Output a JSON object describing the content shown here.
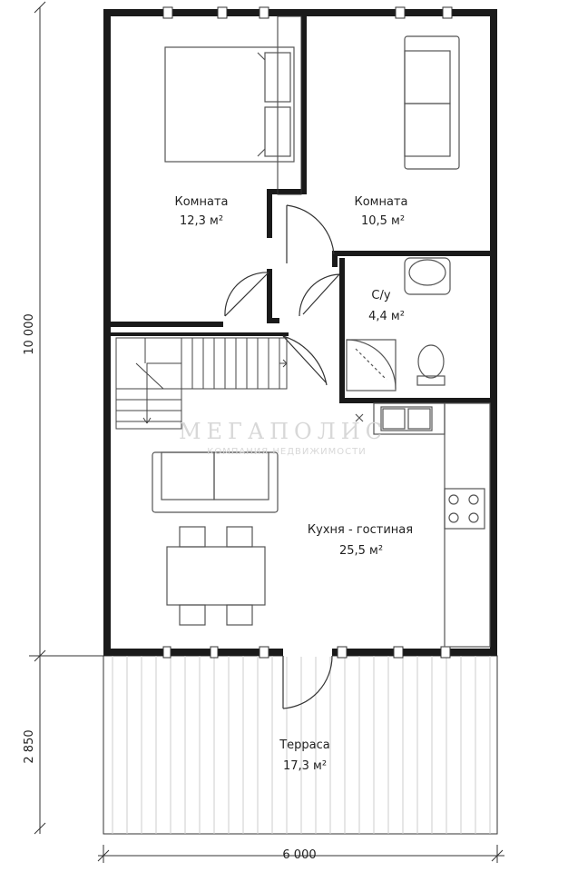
{
  "rooms": {
    "bedroom1": {
      "name": "Комната",
      "area": "12,3 м²"
    },
    "bedroom2": {
      "name": "Комната",
      "area": "10,5 м²"
    },
    "bathroom": {
      "name": "С/у",
      "area": "4,4 м²"
    },
    "kitchen_living": {
      "name": "Кухня - гостиная",
      "area": "25,5 м²"
    },
    "terrace": {
      "name": "Терраса",
      "area": "17,3 м²"
    }
  },
  "dimensions": {
    "house_depth": "10 000",
    "terrace_depth": "2 850",
    "width": "6 000"
  },
  "watermark": {
    "title": "МЕГАПОЛИС",
    "subtitle": "КОМПАНИЯ НЕДВИЖИМОСТИ"
  },
  "colors": {
    "wall": "#1a1a1a",
    "line": "#333333",
    "furniture": "#555555",
    "watermark": "#d8d8d8"
  }
}
